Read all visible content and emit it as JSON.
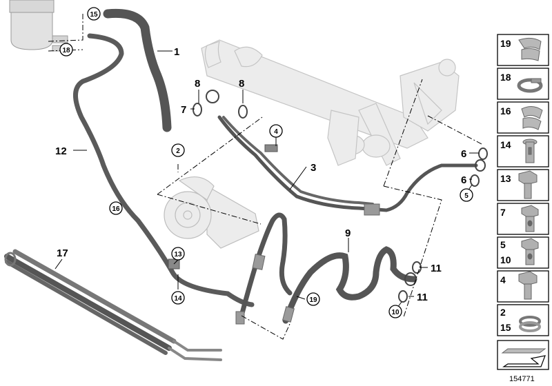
{
  "callouts": {
    "c1": "1",
    "c3": "3",
    "c8a": "8",
    "c8b": "8",
    "c9": "9",
    "c11a": "11",
    "c11b": "11",
    "c12": "12",
    "c17": "17",
    "c6a": "6",
    "c6b": "6",
    "c7": "7"
  },
  "circled": {
    "k15": "15",
    "k18": "18",
    "k2": "2",
    "k4": "4",
    "k16": "16",
    "k13": "13",
    "k14": "14",
    "k19": "19",
    "k10": "10",
    "k5": "5"
  },
  "sidebar": {
    "items": [
      {
        "labels": [
          "19"
        ],
        "icon": "hose-clip-icon"
      },
      {
        "labels": [
          "18"
        ],
        "icon": "hose-clamp-icon"
      },
      {
        "labels": [
          "16"
        ],
        "icon": "hose-clip-icon"
      },
      {
        "labels": [
          "14"
        ],
        "icon": "banjo-bolt-icon"
      },
      {
        "labels": [
          "13"
        ],
        "icon": "hex-bolt-icon"
      },
      {
        "labels": [
          "7"
        ],
        "icon": "hollow-bolt-icon"
      },
      {
        "labels": [
          "5",
          "10"
        ],
        "icon": "hollow-bolt-icon"
      },
      {
        "labels": [
          "4"
        ],
        "icon": "hex-bolt-icon"
      },
      {
        "labels": [
          "2",
          "15"
        ],
        "icon": "hose-clamp-icon"
      }
    ]
  },
  "diagram_id": "154771"
}
